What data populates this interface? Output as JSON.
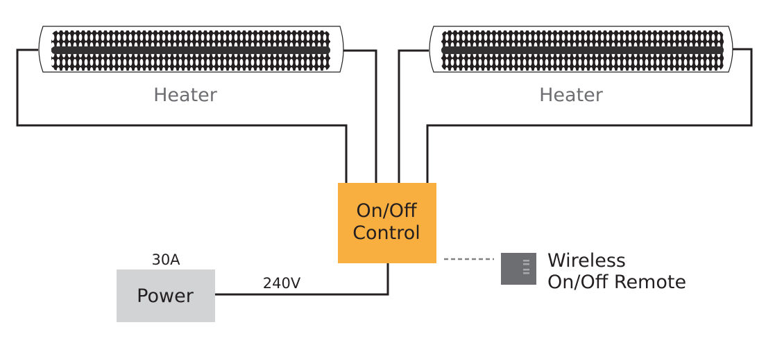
{
  "diagram": {
    "heaters": [
      {
        "label": "Heater"
      },
      {
        "label": "Heater"
      }
    ],
    "control": {
      "line1": "On/Off",
      "line2": "Control",
      "color": "#f9ae40"
    },
    "power": {
      "label": "Power",
      "amperage": "30A",
      "voltage": "240V",
      "color": "#d1d3d4"
    },
    "remote": {
      "line1": "Wireless",
      "line2": "On/Off Remote",
      "color": "#6d6e71"
    },
    "colors": {
      "wire": "#231f20",
      "heater_label": "#6d6e71",
      "dashed_link": "#808285"
    }
  }
}
